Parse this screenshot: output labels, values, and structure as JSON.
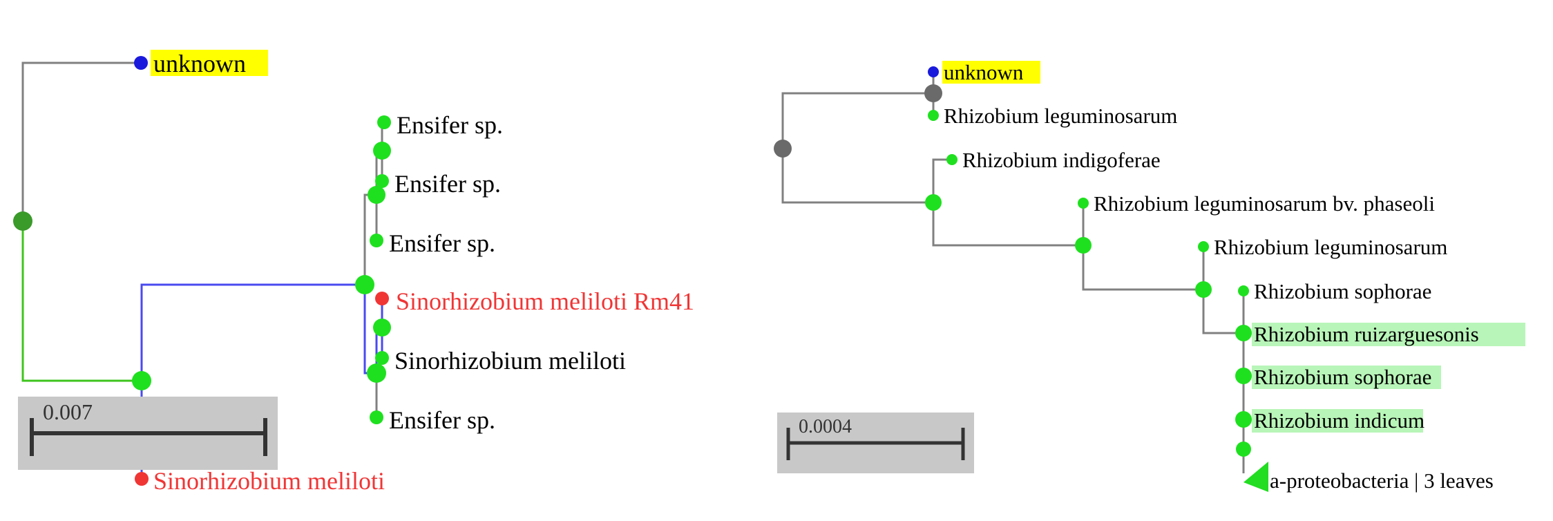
{
  "colors": {
    "branch_gray": "#808080",
    "branch_green": "#3ec41d",
    "branch_blue": "#4a4af0",
    "node_green": "#1fe01f",
    "node_green_dark": "#3a9a2a",
    "node_blue": "#1a1adc",
    "node_red": "#f03535",
    "node_gray": "#6a6a6a",
    "label_red": "#f03535",
    "label_black": "#000000",
    "highlight_yellow": "#ffff00",
    "highlight_green": "#b8f5b8",
    "scale_bg": "#c8c8c8",
    "collapsed_green": "#22dd22"
  },
  "tree_left": {
    "scale_label": "0.007",
    "leaves": [
      {
        "id": "l-unknown",
        "label": "unknown",
        "color": "black",
        "highlight": "yellow"
      },
      {
        "id": "l-ensifer-1",
        "label": "Ensifer sp.",
        "color": "black"
      },
      {
        "id": "l-ensifer-2",
        "label": "Ensifer sp.",
        "color": "black"
      },
      {
        "id": "l-ensifer-3",
        "label": "Ensifer sp.",
        "color": "black"
      },
      {
        "id": "l-rm41",
        "label": "Sinorhizobium meliloti Rm41",
        "color": "red"
      },
      {
        "id": "l-sino-1",
        "label": "Sinorhizobium meliloti",
        "color": "black"
      },
      {
        "id": "l-ensifer-4",
        "label": "Ensifer sp.",
        "color": "black"
      },
      {
        "id": "l-sino-2",
        "label": "Sinorhizobium meliloti",
        "color": "red"
      }
    ]
  },
  "tree_right": {
    "scale_label": "0.0004",
    "leaves": [
      {
        "id": "r-unknown",
        "label": "unknown",
        "highlight": "yellow"
      },
      {
        "id": "r-rleg-1",
        "label": "Rhizobium leguminosarum"
      },
      {
        "id": "r-rind",
        "label": "Rhizobium indigoferae"
      },
      {
        "id": "r-rleg-phas",
        "label": "Rhizobium leguminosarum bv. phaseoli"
      },
      {
        "id": "r-rleg-2",
        "label": "Rhizobium leguminosarum"
      },
      {
        "id": "r-rsoph-1",
        "label": "Rhizobium sophorae"
      },
      {
        "id": "r-rruiz",
        "label": "Rhizobium ruizarguesonis",
        "highlight": "green"
      },
      {
        "id": "r-rsoph-2",
        "label": "Rhizobium sophorae",
        "highlight": "green"
      },
      {
        "id": "r-rindicum",
        "label": "Rhizobium indicum",
        "highlight": "green"
      },
      {
        "id": "r-collapsed",
        "label": "a-proteobacteria | 3 leaves"
      }
    ]
  }
}
